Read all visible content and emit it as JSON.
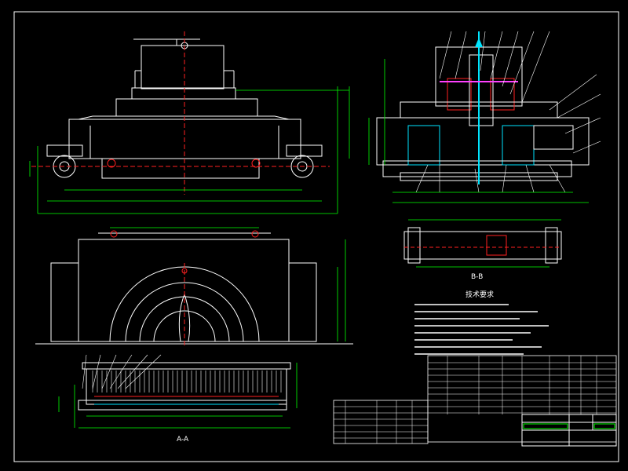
{
  "drawing": {
    "background": "#000000",
    "line_color": "#ffffff",
    "dim_color": "#00ff00",
    "accent_red": "#ff2020",
    "accent_cyan": "#00e5ff",
    "accent_magenta": "#ff40ff",
    "accent_yellow": "#ffff40"
  },
  "views": {
    "section_label_lower_left": "A-A",
    "section_label_right_small": "B-B",
    "tech_requirements_title": "技术要求"
  }
}
